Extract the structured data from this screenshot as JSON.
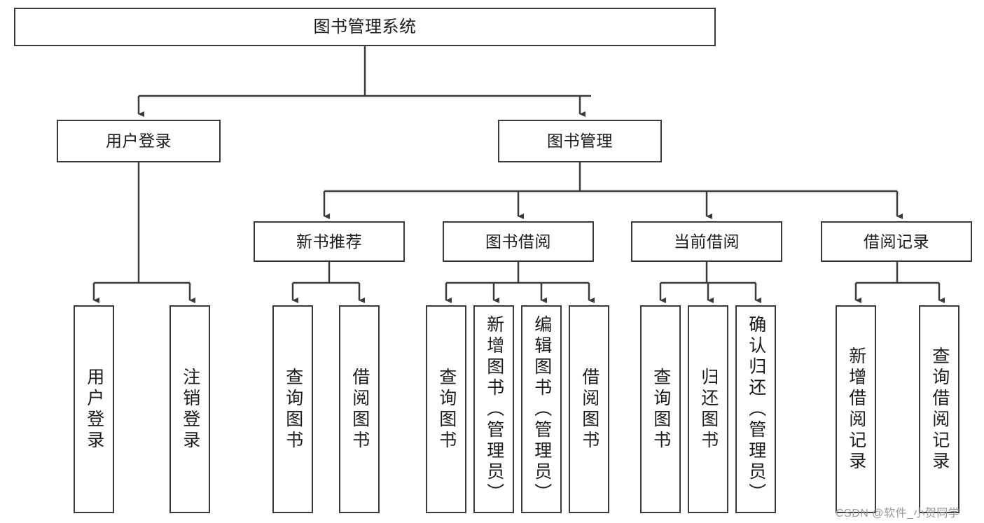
{
  "diagram": {
    "title": "图书管理系统",
    "type": "hierarchy-tree",
    "nodes": {
      "root": {
        "label": "图书管理系统"
      },
      "level2": [
        {
          "label": "用户登录"
        },
        {
          "label": "图书管理"
        }
      ],
      "level3": [
        {
          "label": "新书推荐"
        },
        {
          "label": "图书借阅"
        },
        {
          "label": "当前借阅"
        },
        {
          "label": "借阅记录"
        }
      ],
      "leaves": {
        "user_login": [
          {
            "label": "用户登录"
          },
          {
            "label": "注销登录"
          }
        ],
        "new_book_recommend": [
          {
            "label": "查询图书"
          },
          {
            "label": "借阅图书"
          }
        ],
        "book_borrow": [
          {
            "label": "查询图书"
          },
          {
            "label": "新增图书（管理员）"
          },
          {
            "label": "编辑图书（管理员）"
          },
          {
            "label": "借阅图书"
          }
        ],
        "current_borrow": [
          {
            "label": "查询图书"
          },
          {
            "label": "归还图书"
          },
          {
            "label": "确认归还（管理员）"
          }
        ],
        "borrow_record": [
          {
            "label": "新增借阅记录"
          },
          {
            "label": "查询借阅记录"
          }
        ]
      }
    },
    "watermark": "CSDN @软件_小贺同学",
    "colors": {
      "stroke": "#3a3a3a",
      "background": "#ffffff",
      "text": "#1b1b1b",
      "watermark": "#9a9a9a"
    }
  }
}
